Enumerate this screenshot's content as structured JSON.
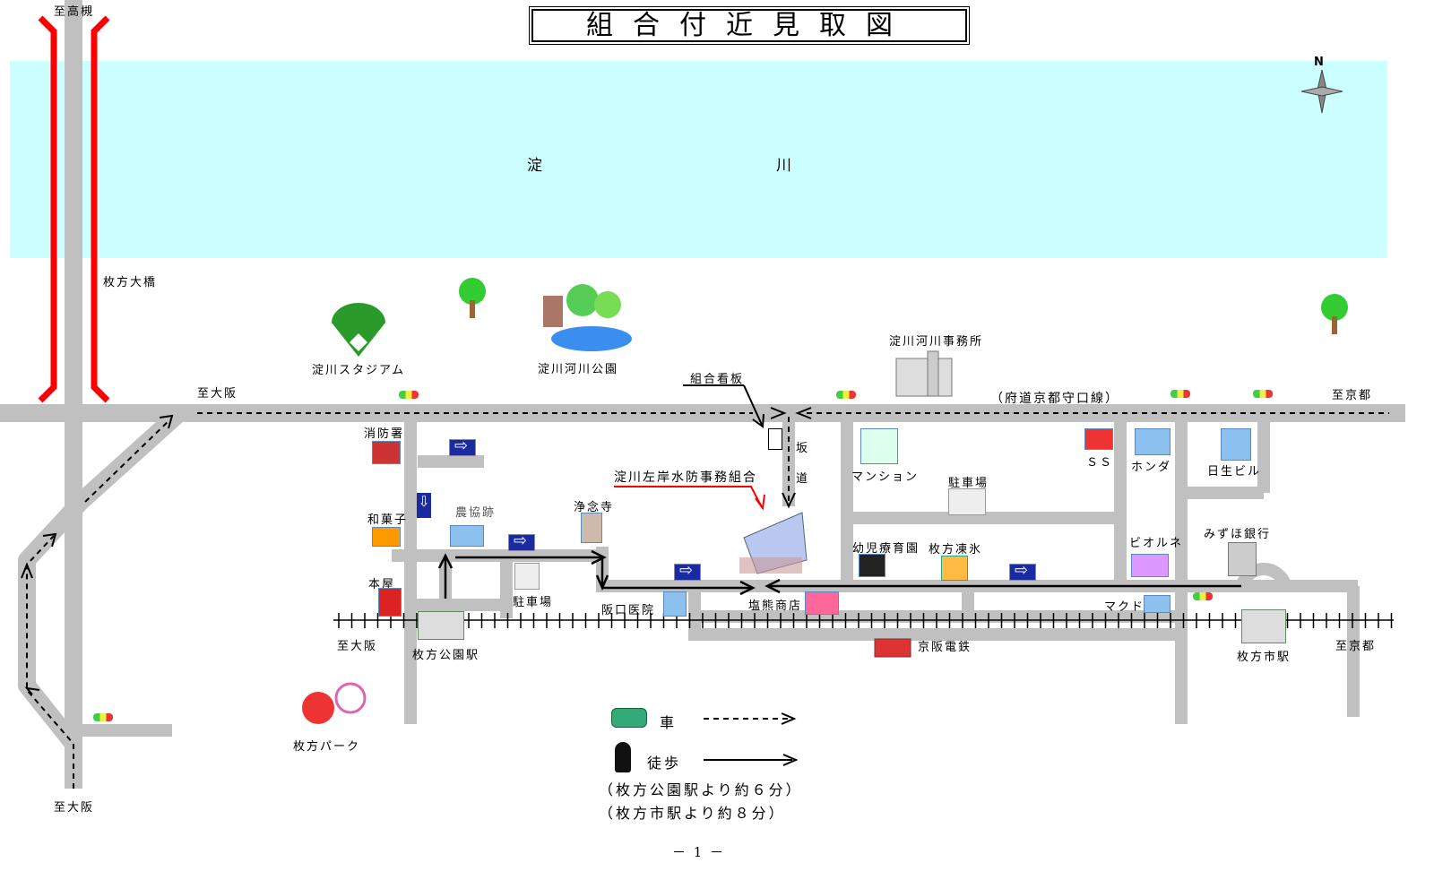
{
  "title": "組合付近見取図",
  "compass": "N",
  "river": [
    "淀",
    "川"
  ],
  "labels": {
    "to_takatsuki": "至高槻",
    "hirakata_ohashi": "枚方大橋",
    "stadium": "淀川スタジアム",
    "river_park": "淀川河川公園",
    "river_office": "淀川河川事務所",
    "to_osaka_top": "至大阪",
    "to_kyoto_top": "至京都",
    "route_name": "（府道京都守口線）",
    "union_sign": "組合看板",
    "slope1": "坂",
    "slope2": "道",
    "fire_station": "消防署",
    "wagashi": "和菓子",
    "bookstore": "本屋",
    "noukyo": "農協跡",
    "jonenji": "浄念寺",
    "parking1": "駐車場",
    "union": "淀川左岸水防事務組合",
    "sakaguchi": "阪口医院",
    "shiokuma": "塩熊商店",
    "mansion": "マンション",
    "parking2": "駐車場",
    "ss": "ＳＳ",
    "honda": "ホンダ",
    "nissei": "日生ビル",
    "youji": "幼児療育園",
    "touhyou": "枚方凍氷",
    "viorune": "ビオルネ",
    "mizuho": "みずほ銀行",
    "mac": "マクド",
    "keihan": "京阪電鉄",
    "hirakatashi_station": "枚方市駅",
    "to_kyoto_rail": "至京都",
    "to_osaka_rail": "至大阪",
    "hirakatakoen_station": "枚方公園駅",
    "hirakata_park": "枚方パーク",
    "to_osaka_bottom": "至大阪"
  },
  "legend": {
    "car": "車",
    "walk": "徒歩",
    "note1": "（枚方公園駅より約６分）",
    "note2": "（枚方市駅より約８分）"
  },
  "page": "－ 1 －",
  "colors": {
    "river": "#ccffff",
    "road": "#c0c0c0",
    "bridge": "#ff0000",
    "union_pointer": "#ff0000"
  }
}
